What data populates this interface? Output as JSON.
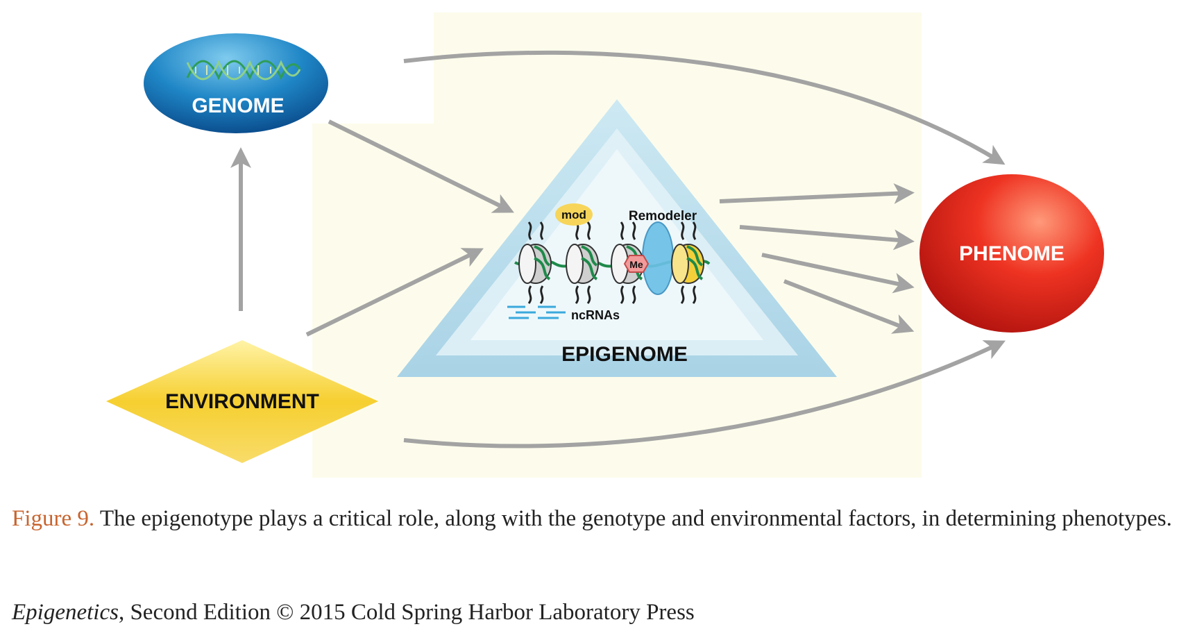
{
  "diagram": {
    "nodes": {
      "genome": {
        "label": "GENOME"
      },
      "environment": {
        "label": "ENVIRONMENT"
      },
      "epigenome": {
        "label": "EPIGENOME"
      },
      "phenome": {
        "label": "PHENOME"
      }
    },
    "epigenome_details": {
      "mod_label": "mod",
      "remodeler_label": "Remodeler",
      "me_label": "Me",
      "ncrnas_label": "ncRNAs"
    },
    "colors": {
      "genome": "#1a6fb3",
      "environment": "#f2c21f",
      "epigenome": "#a9d6e8",
      "phenome": "#e8231c",
      "arrow": "#a3a3a3",
      "background_panel": "#fdfcec"
    }
  },
  "caption": {
    "figure_number": "Figure 9.",
    "text": " The epigenotype plays a critical role, along with the genotype and environmental factors, in determining phenotypes."
  },
  "credit": {
    "book_title": "Epigenetics",
    "rest": ", Second Edition © 2015 Cold Spring Harbor Laboratory Press"
  }
}
